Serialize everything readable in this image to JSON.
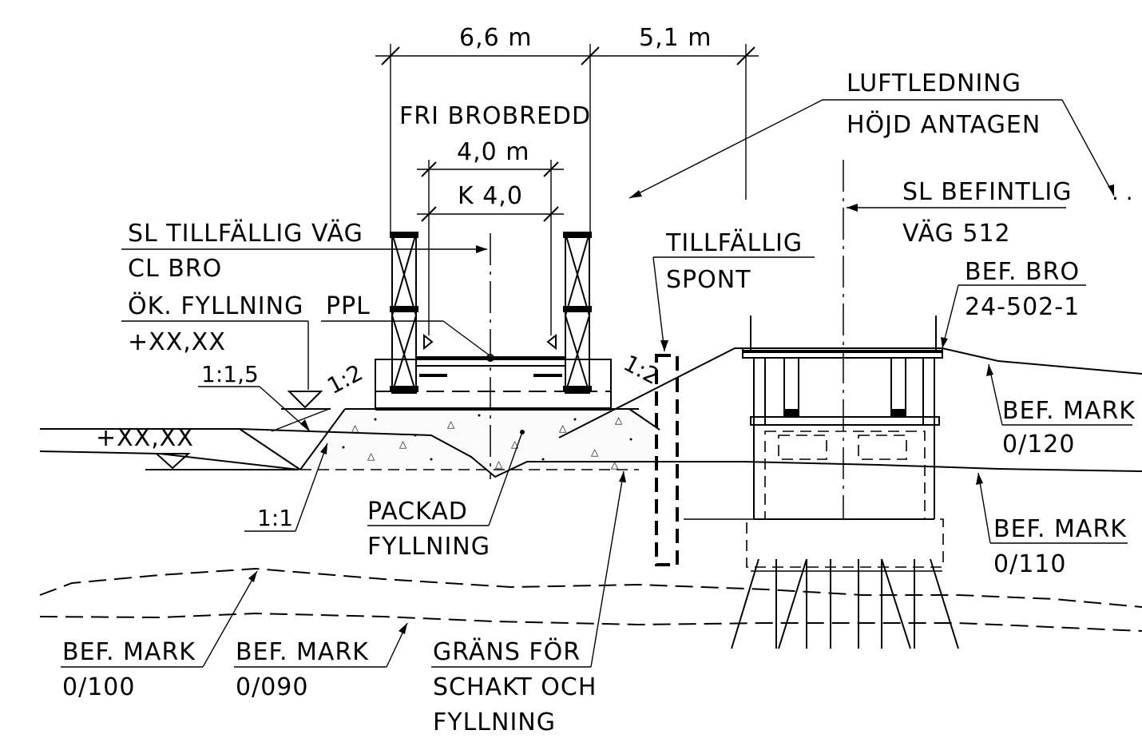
{
  "labels": {
    "dim_66": "6,6 m",
    "dim_51": "5,1 m",
    "fri_brobredd": "FRI BROBREDD",
    "dim_40": "4,0 m",
    "k40": "K 4,0",
    "sl_tillfallig_vag": "SL TILLFÄLLIG VÄG",
    "cl_bro": "CL BRO",
    "ok_fyllning": "ÖK. FYLLNING",
    "ok_level": "+XX,XX",
    "ppl": "PPL",
    "slope_115": "1:1,5",
    "slope_12_left": "1:2",
    "slope_12_right": "1:2",
    "ground_level": "+XX,XX",
    "slope_11": "1:1",
    "packad_1": "PACKAD",
    "packad_2": "FYLLNING",
    "tillfallig": "TILLFÄLLIG",
    "spont": "SPONT",
    "luftledning": "LUFTLEDNING",
    "hojd_antagen": "HÖJD ANTAGEN",
    "dots": ". . .",
    "sl_befintlig": "SL BEFINTLIG",
    "vag512": "VÄG 512",
    "bef_bro": "BEF. BRO",
    "bro_id": "24-502-1",
    "bef_mark_120": "BEF. MARK",
    "mark_120": "0/120",
    "bef_mark_110": "BEF. MARK",
    "mark_110": "0/110",
    "bef_mark_100": "BEF. MARK",
    "mark_100": "0/100",
    "bef_mark_090": "BEF. MARK",
    "mark_090": "0/090",
    "grans_1": "GRÄNS FÖR",
    "grans_2": "SCHAKT OCH",
    "grans_3": "FYLLNING"
  }
}
